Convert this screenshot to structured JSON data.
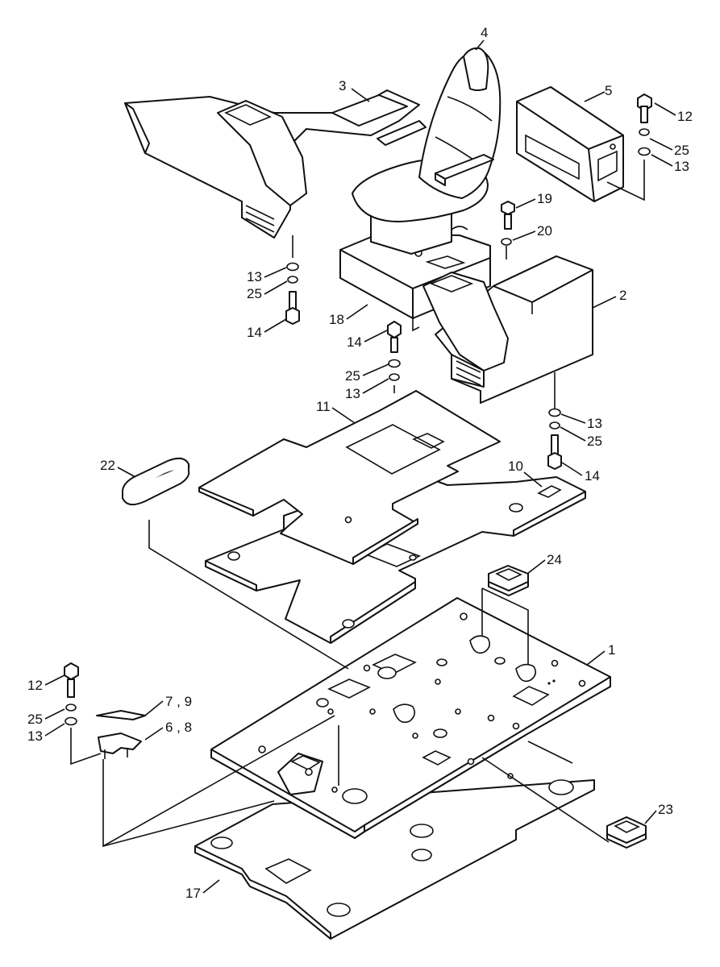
{
  "callouts": {
    "c1": "1",
    "c2": "2",
    "c3": "3",
    "c4": "4",
    "c5": "5",
    "c6_8": "6 , 8",
    "c7_9": "7 , 9",
    "c10": "10",
    "c11": "11",
    "c12_top": "12",
    "c12_left": "12",
    "c13_right_top": "13",
    "c13_seat_left": "13",
    "c13_seat_center": "13",
    "c13_console_right": "13",
    "c13_left": "13",
    "c14_seat_left": "14",
    "c14_seat_center": "14",
    "c14_console_right": "14",
    "c17": "17",
    "c18": "18",
    "c19": "19",
    "c20": "20",
    "c22": "22",
    "c23": "23",
    "c24": "24",
    "c25_right_top": "25",
    "c25_seat_left": "25",
    "c25_seat_center": "25",
    "c25_console_right": "25",
    "c25_left": "25"
  }
}
